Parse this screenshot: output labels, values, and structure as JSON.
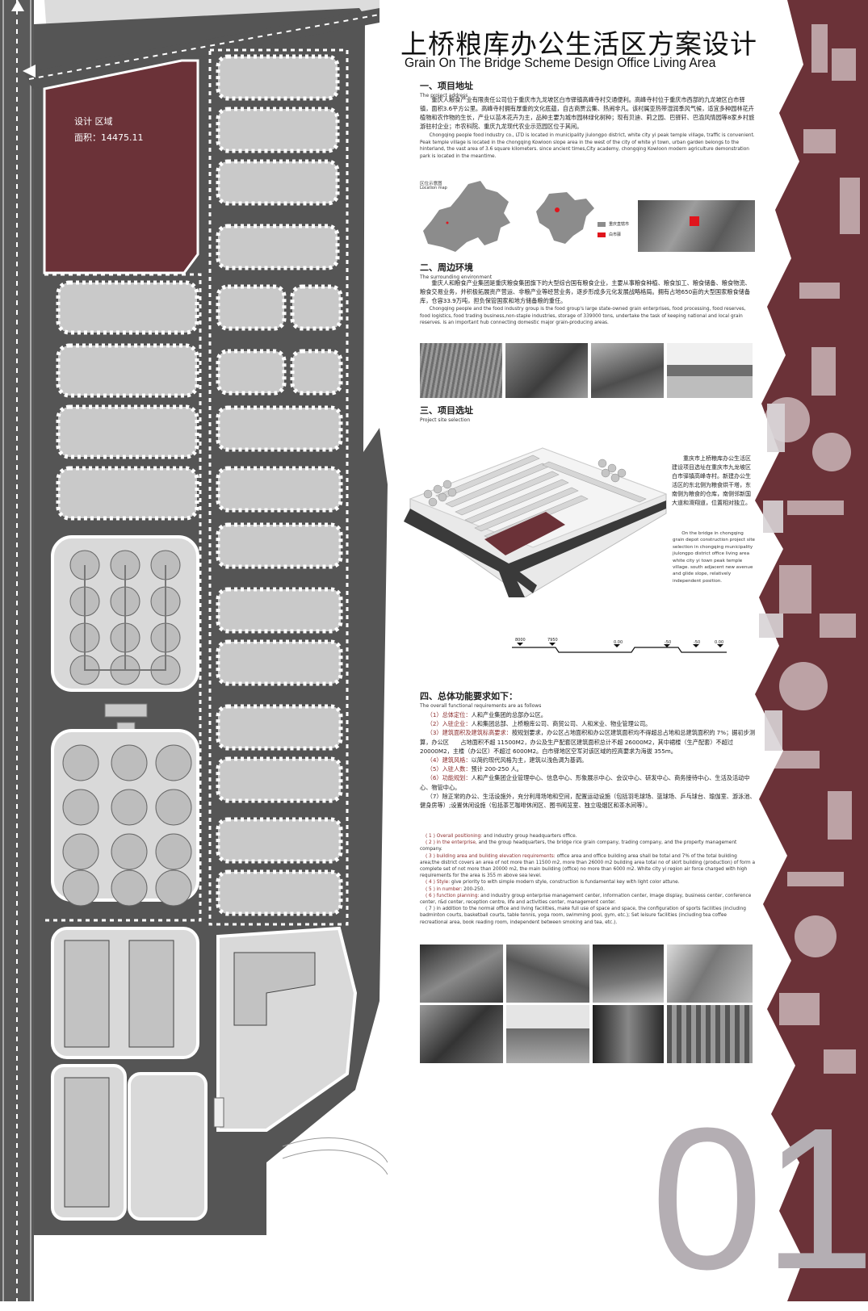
{
  "title": {
    "cn": "上桥粮库办公生活区方案设计",
    "en": "Grain On The Bridge Scheme Design Office Living Area"
  },
  "plan": {
    "zone_label": "设计 区域",
    "area_label": "面积：14475.11"
  },
  "section1": {
    "heading_cn": "一、项目地址",
    "heading_en": "The project address",
    "body_cn": "重庆人粮食产业有限责任公司位于重庆市九龙坡区白市驿镇高峰寺村交通便利。高峰寺村位于重庆市西部的九龙坡区白市驿镇，面积3.6平方公里。高峰寺村拥有厚重的文化底蕴，自古商贾云集、热闹非凡。该村属亚热带湿润季风气候，适宜多种园林花卉植物和农作物的生长，产业以苗木花卉为主，品种主要为城市园林绿化树种；现有贝迪、莉之园、巴驿轩、巴渝风情园等8家乡村旅游驻村企业；市农科院、重庆九龙现代农业示范园区位于其间。",
    "body_en": "Chongqing people food industry co., LTD is located in municipality jiulongpo district, white city yi peak temple village, traffic is convenient. Peak temple village is located in the chongqing Kowloon slope area in the west of the city of white yi town, urban garden belongs to the hinterland, the vast area of 3.6 square kilometers. since ancient times,City academy, chongqing Kowloon modern agriculture demonstration park is located in the meantime.",
    "map_caption_cn": "区位示意图",
    "map_caption_en": "Location map",
    "legend": [
      {
        "label": "重庆直辖市",
        "color": "#8c8c8c"
      },
      {
        "label": "白市驿",
        "color": "#e0151c"
      }
    ]
  },
  "section2": {
    "heading_cn": "二、周边环境",
    "heading_en": "The surrounding environment",
    "body_cn": "重庆人和粮食产业集团是重庆粮食集团旗下的大型综合国有粮食企业，主要从事粮食种植、粮食加工、粮食储备、粮食物流、粮食交易业务，并积极拓展资产营运、非粮产业等经营业务，逐步形成多元化发展战略格局。拥有占地650亩的大型国家粮食储备库，仓容33.9万吨，担负保管国家和地方储备粮的重任。",
    "body_en": "Chongqing people and the food industry group is the food group's large state-owned grain enterprises, food processing, food reserves, food logistics, food trading business,non-staple industries, storage of 339000 tons, undertake the task of keeping national and local grain reserves. is an important hub connecting domestic major grain-producing areas."
  },
  "section3": {
    "heading_cn": "三、项目选址",
    "heading_en": "Project site selection",
    "side_cn": "重庆市上桥粮库办公生活区建设项目选址在重庆市九龙坡区白市驿镇高峰寺村。新建办公生活区的东北侧为粮食烘干塔，东南侧为粮食的仓库，南侧邻新国大道和滑翔道，位置相对独立。",
    "side_en": "On the bridge in chongqing grain depot construction project site selection in chongqing municipality jiulongpo district office living area white city yi town peak temple village. south adjacent new avenue and glide slope, relatively independent position.",
    "section_marks": [
      "8000",
      "7950",
      "0.00",
      "-50",
      "-50",
      "0.00"
    ]
  },
  "section4": {
    "heading_cn": "四、总体功能要求如下：",
    "heading_en": "The overall functional requirements are as follows",
    "items_cn": [
      {
        "key": "（1）总体定位：",
        "text": "人和产业集团的总部办公区。"
      },
      {
        "key": "（2）入驻企业：",
        "text": "人和集团总部、上桥粮库公司、商贸公司、人和米业、物业管理公司。"
      },
      {
        "key": "（3）建筑面积及建筑标高要求：",
        "text": "按规划要求，办公区占地面积和办公区建筑面积均不得超总占地和总建筑面积的 7%；据初步测算，办公区　　占地面积不超 11500M2，办公及生产配套区建筑面积总计不超 26000M2，其中裙楼（生产配套）不超过 20000M2，主楼（办公区）不超过 6000M2。白市驿地区空军对该区域的控高要求为海拔 355m。"
      },
      {
        "key": "（4）建筑风格：",
        "text": "以简约现代风格为主，建筑以浅色调为基调。"
      },
      {
        "key": "（5）入驻人数：",
        "text": "预计 200-250 人。"
      },
      {
        "key": "（6）功能规划：",
        "text": "人和产业集团企业管理中心、信息中心、形象展示中心、会议中心、研发中心、商务接待中心、生活及活动中心、物管中心。"
      },
      {
        "key": "",
        "text": "（7）除正常的办公、生活设施外，充分利用场地和空间，配置运动设施（包括羽毛球场、篮球场、乒乓球台、瑜伽室、游泳池、健身房等）;设置休闲设施（包括茶艺咖啡休闲区、图书阅览室、独立吸烟区和茶水间等）。"
      }
    ],
    "items_en": [
      {
        "key": "( 1 ) Overall positioning:",
        "text": " and industry group headquarters office."
      },
      {
        "key": "( 2 ) in the enterprise,",
        "text": " and the group headquarters, the bridge rice grain company, trading company, and the property management company."
      },
      {
        "key": "( 3 ) building area and building elevation requirements:",
        "text": " office area and office building area shall be total and 7% of the total building area;the district covers an area of not more than 11500 m2, more than 26000 m2 building area total no of skirt building (production) of form a complete set of not more than 20000 m2, the main building (office) no more than 6000 m2. White city yi region air force charged with high requirements for the area is 355 m above sea level."
      },
      {
        "key": "( 4 ) Style:",
        "text": " give priority to with simple modern style, construction is fundamental key with light color attune."
      },
      {
        "key": "( 5 ) in number:",
        "text": " 200-250."
      },
      {
        "key": "( 6 ) function planning:",
        "text": " and industry group enterprise management center, information center, image display, business center, conference center, r&d center, reception centre, life and activities center, management center."
      },
      {
        "key": "",
        "text": "( 7 ) in addition to the normal office and living facilities, make full use of space and space, the configuration of sports facilities (including badminton courts, basketball courts, table tennis, yoga room, swimming pool, gym, etc.); Set leisure facilities (including tea coffee recreational area, book reading room, independent between smoking and tea, etc.)."
      }
    ]
  },
  "page_number": "01",
  "colors": {
    "accent": "#6b3238",
    "text_accent": "#8a2b2b",
    "road": "#555555",
    "block": "#c9c9c9",
    "big_number": "#b4aeb3"
  }
}
